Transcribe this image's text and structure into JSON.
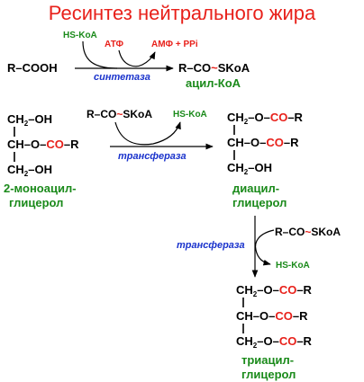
{
  "title": "Ресинтез нейтрального жира",
  "step1": {
    "reactant": "R–COOH",
    "hs_coa": "HS-KoA",
    "atf": "АТФ",
    "amf_ppi": "АМФ + PPi",
    "enzyme": "синтетаза",
    "product_r": "R–CO",
    "product_tilde": "~",
    "product_skoa": "SKoA",
    "product_name": "ацил-КоА"
  },
  "step2": {
    "acyl_r": "R–CO",
    "acyl_tilde": "~",
    "acyl_skoa": "SKoA",
    "hs_coa": "HS-KoA",
    "enzyme": "трансфераза",
    "mono_line1": "CH",
    "mono_line1_sub": "2",
    "mono_line1_tail": "–OH",
    "mono_line2": "CH–O–",
    "mono_line2_co": "CO",
    "mono_line2_r": "–R",
    "mono_line3": "CH",
    "mono_line3_sub": "2",
    "mono_line3_tail": "–OH",
    "mono_name1": "2-моноацил-",
    "mono_name2": "глицерол",
    "di_line1": "CH",
    "di_line1_sub": "2",
    "di_line1_tail": "–O–",
    "di_line1_co": "CO",
    "di_line1_r": "–R",
    "di_line2": "CH–O–",
    "di_line2_co": "CO",
    "di_line2_r": "–R",
    "di_line3": "CH",
    "di_line3_sub": "2",
    "di_line3_tail": "–OH",
    "di_name1": "диацил-",
    "di_name2": "глицерол"
  },
  "step3": {
    "enzyme": "трансфераза",
    "acyl_r": "R–CO",
    "acyl_tilde": "~",
    "acyl_skoa": "SKoA",
    "hs_coa": "HS-KoA",
    "tri_line1": "CH",
    "tri_line1_sub": "2",
    "tri_line1_tail": "–O–",
    "tri_line1_co": "CO",
    "tri_line1_r": "–R",
    "tri_line2": "CH–O–",
    "tri_line2_co": "CO",
    "tri_line2_r": "–R",
    "tri_line3": "CH",
    "tri_line3_sub": "2",
    "tri_line3_tail": "–O–",
    "tri_line3_co": "CO",
    "tri_line3_r": "–R",
    "tri_name1": "триацил-",
    "tri_name2": "глицерол"
  },
  "colors": {
    "title": "#e8201a",
    "acyl_co": "#e8201a",
    "enzyme": "#1a33cc",
    "product_name": "#1a8a1a",
    "bonds": "#000000"
  }
}
